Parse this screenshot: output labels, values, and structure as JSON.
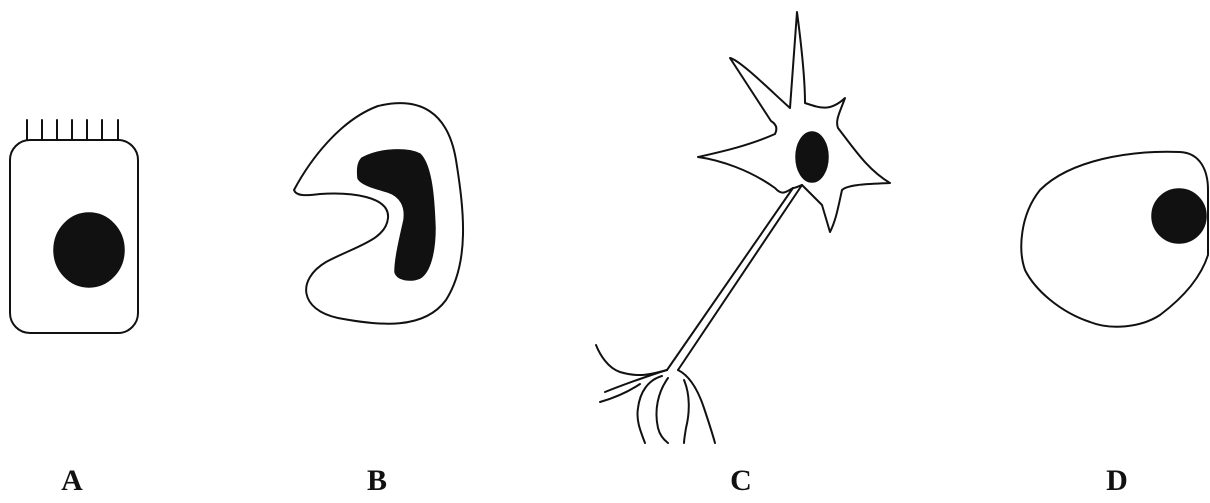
{
  "figure": {
    "cells": [
      {
        "id": "A",
        "label": "A"
      },
      {
        "id": "B",
        "label": "B"
      },
      {
        "id": "C",
        "label": "C"
      },
      {
        "id": "D",
        "label": "D"
      }
    ]
  },
  "colors": {
    "ink": "#111111",
    "background": "#ffffff"
  }
}
